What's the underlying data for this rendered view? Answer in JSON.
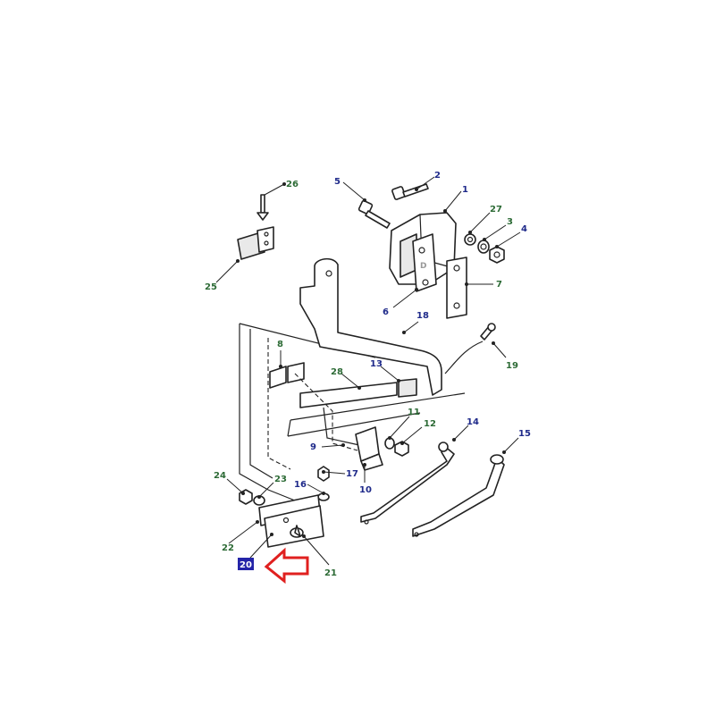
{
  "diagram": {
    "callouts": [
      {
        "id": "1",
        "label": "1",
        "color": "blue"
      },
      {
        "id": "2",
        "label": "2",
        "color": "blue"
      },
      {
        "id": "3",
        "label": "3",
        "color": "green"
      },
      {
        "id": "4",
        "label": "4",
        "color": "blue"
      },
      {
        "id": "5",
        "label": "5",
        "color": "blue"
      },
      {
        "id": "6",
        "label": "6",
        "color": "blue"
      },
      {
        "id": "7",
        "label": "7",
        "color": "green"
      },
      {
        "id": "8",
        "label": "8",
        "color": "green"
      },
      {
        "id": "9",
        "label": "9",
        "color": "blue"
      },
      {
        "id": "10",
        "label": "10",
        "color": "blue"
      },
      {
        "id": "11",
        "label": "11",
        "color": "green"
      },
      {
        "id": "12",
        "label": "12",
        "color": "green"
      },
      {
        "id": "13",
        "label": "13",
        "color": "blue"
      },
      {
        "id": "14",
        "label": "14",
        "color": "blue"
      },
      {
        "id": "15",
        "label": "15",
        "color": "blue"
      },
      {
        "id": "16",
        "label": "16",
        "color": "blue"
      },
      {
        "id": "17",
        "label": "17",
        "color": "blue"
      },
      {
        "id": "18",
        "label": "18",
        "color": "blue"
      },
      {
        "id": "19",
        "label": "19",
        "color": "green"
      },
      {
        "id": "20",
        "label": "20",
        "color": "highlight"
      },
      {
        "id": "21",
        "label": "21",
        "color": "green"
      },
      {
        "id": "22",
        "label": "22",
        "color": "green"
      },
      {
        "id": "23",
        "label": "23",
        "color": "green"
      },
      {
        "id": "24",
        "label": "24",
        "color": "green"
      },
      {
        "id": "25",
        "label": "25",
        "color": "green"
      },
      {
        "id": "26",
        "label": "26",
        "color": "green"
      },
      {
        "id": "27",
        "label": "27",
        "color": "green"
      },
      {
        "id": "28",
        "label": "28",
        "color": "green"
      }
    ],
    "colors": {
      "callout_blue": "#1f2a8a",
      "callout_green": "#2d6b36",
      "highlight_box": "#2424a8",
      "arrow_red": "#e0201f"
    },
    "highlight_arrow_icon": "left-arrow-icon"
  }
}
